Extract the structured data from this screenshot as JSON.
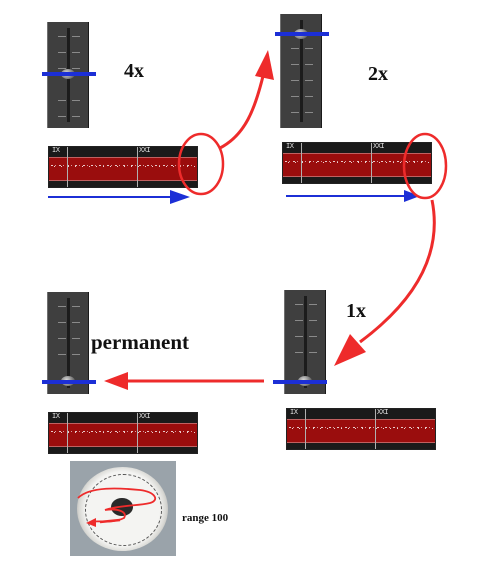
{
  "steps": [
    {
      "id": "step1",
      "label": "4x",
      "slider_position": 0.45
    },
    {
      "id": "step2",
      "label": "2x",
      "slider_position": 0.05
    },
    {
      "id": "step3",
      "label": "1x",
      "slider_position": 0.85
    },
    {
      "id": "step4",
      "label": "permanent",
      "slider_position": 0.85
    }
  ],
  "gauge": {
    "label": "range 100"
  },
  "waveform": {
    "left_label": "IX",
    "right_label": "XXI"
  },
  "colors": {
    "marker": "#1c2fd6",
    "annotation": "#ee2b2b",
    "waveform_band": "#9a0d0d",
    "slider_body": "#3f3f3f"
  },
  "icons": [
    "slider-knob-icon",
    "arrow-right-icon",
    "arrow-left-icon",
    "curved-arrow-icon",
    "gauge-dial-icon"
  ]
}
